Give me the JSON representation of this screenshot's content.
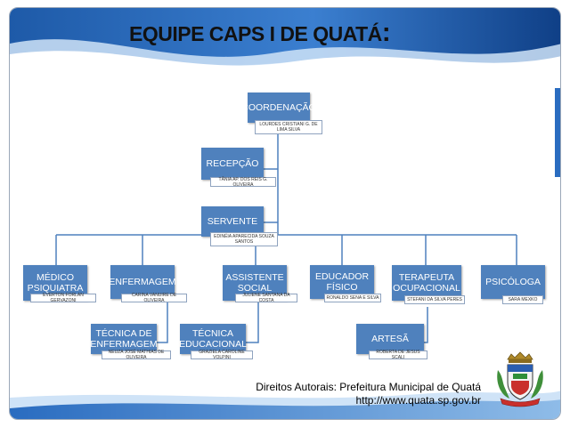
{
  "title": {
    "text": "EQUIPE CAPS I DE QUATÁ",
    "colon": ":"
  },
  "nodes": {
    "coordenacao": {
      "role": "COORDENAÇÃO",
      "name": "LOURDES CRISTIANI G. DE LIMA SILVA"
    },
    "recepcao": {
      "role": "RECEPÇÃO",
      "name": "TÂNIA AP. DOS REIS G. OLIVEIRA"
    },
    "servente": {
      "role": "SERVENTE",
      "name": "EDINÉIA APARECIDA SOUZA SANTOS"
    },
    "medico": {
      "role": "MÉDICO PSIQUIATRA",
      "name": "EVERTON FORLAN GERVAZONI"
    },
    "enfermagem": {
      "role": "ENFERMAGEM",
      "name": "CARINA VANUIRE DE OLIVEIRA"
    },
    "assistente": {
      "role": "ASSISTENTE SOCIAL",
      "name": "JULIENE SANTANA DA COSTA"
    },
    "educador": {
      "role": "EDUCADOR FÍSICO",
      "name": "RONALDO SENA E SILVA"
    },
    "terapeuta": {
      "role": "TERAPEUTA OCUPACIONAL",
      "name": "STEFANI DA SILVA PERES"
    },
    "psicologa": {
      "role": "PSICÓLOGA",
      "name": "SARA MEXKO"
    },
    "tecnica_enf": {
      "role": "TÉCNICA DE ENFERMAGEM",
      "name": "NEUZA JOSÉ MATHIAS DE OLIVEIRA"
    },
    "tecnica_edu": {
      "role": "TÉCNICA EDUCACIONAL",
      "name": "GRAZIELA CAROLINE VOLPINI"
    },
    "artesa": {
      "role": "ARTESÃ",
      "name": "ROBERTA DE JESUS SCALI"
    }
  },
  "footer": {
    "line1": "Direitos Autorais: Prefeitura Municipal de Quatá",
    "line2": "http://www.quata.sp.gov.br"
  },
  "colors": {
    "node_fill": "#4f81bd",
    "connector": "#4f81bd",
    "banner_blue": "#1f5fb0",
    "banner_light": "#cfe3f7"
  },
  "icons": {
    "crest": "municipal-coat-of-arms-icon"
  }
}
